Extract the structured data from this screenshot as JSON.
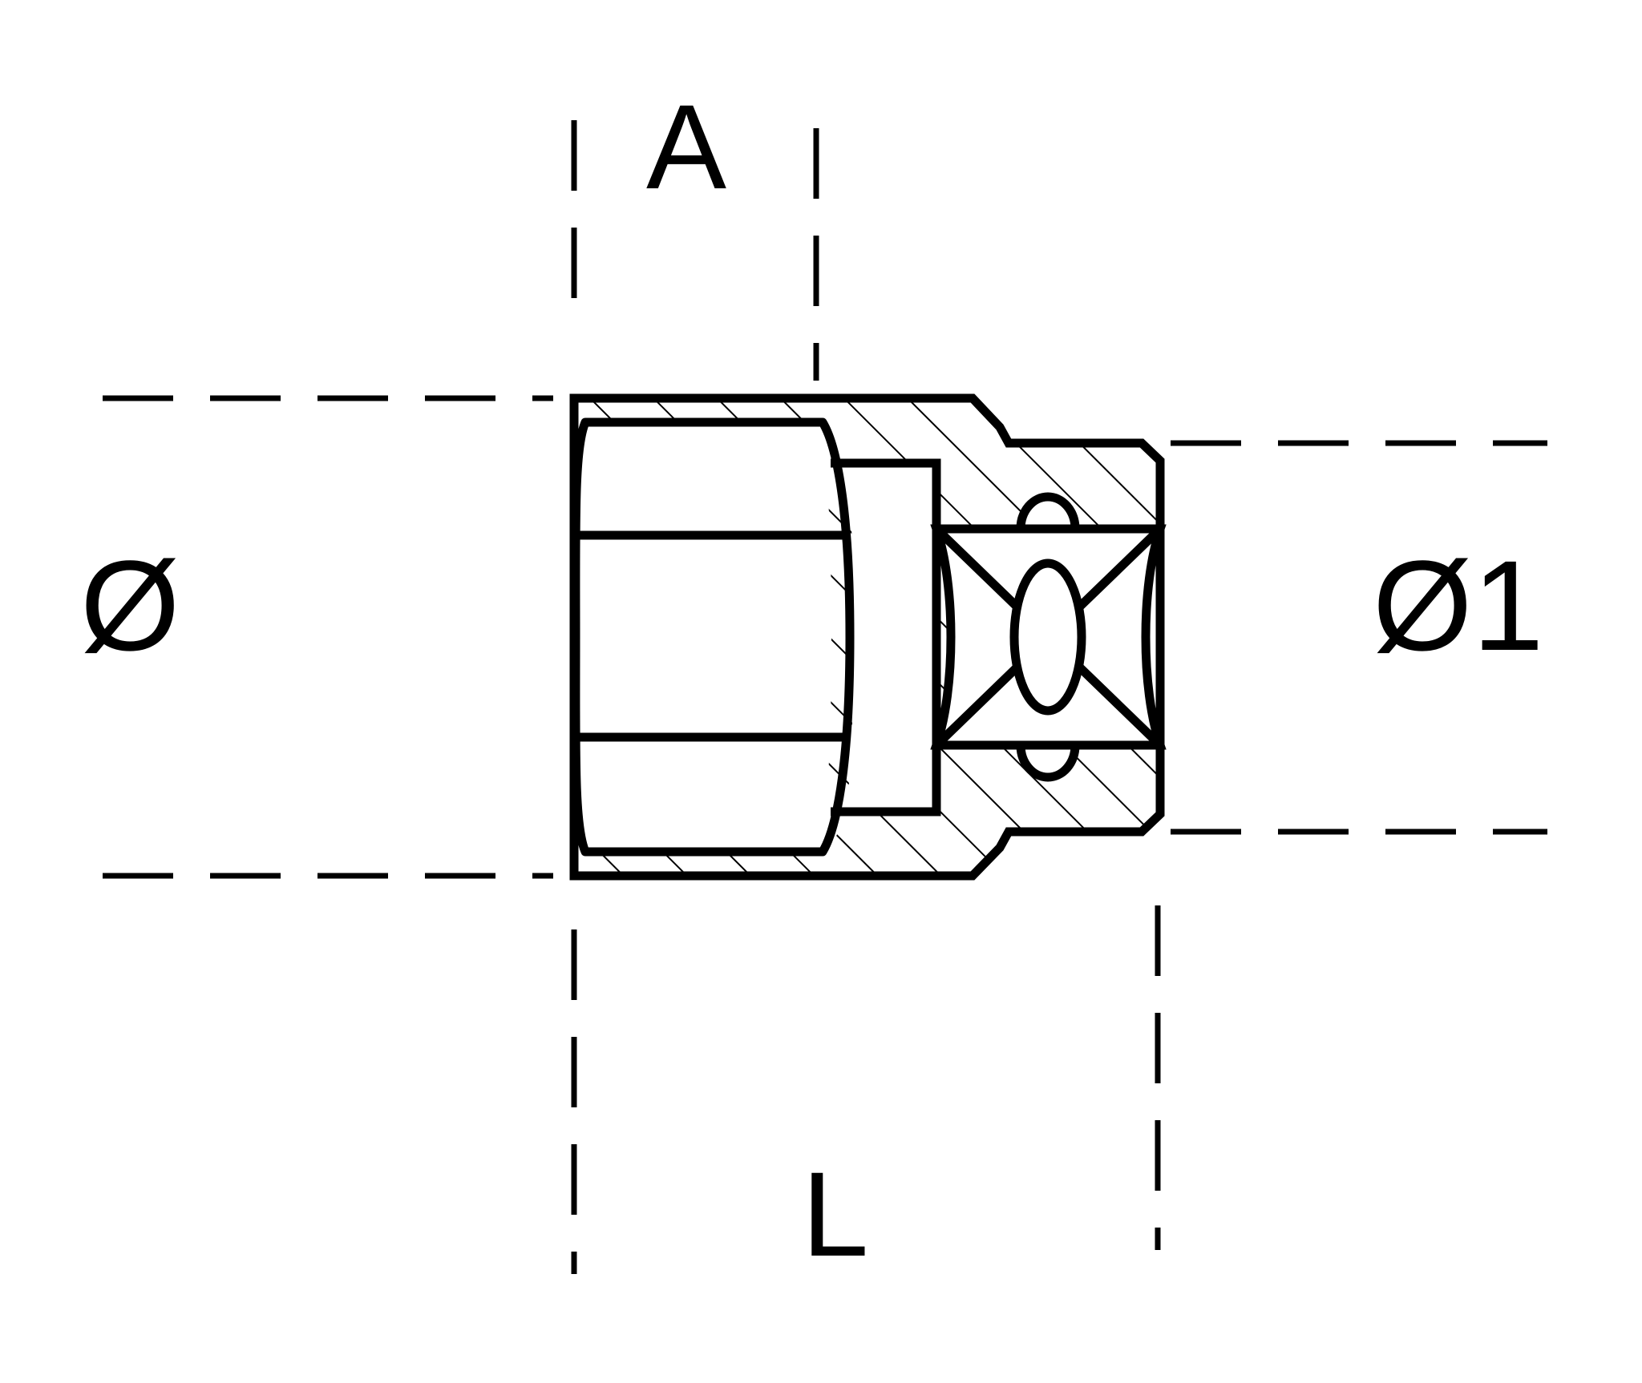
{
  "drawing": {
    "title": "Socket wrench cross-section dimension drawing",
    "type": "technical-line-drawing",
    "background_color": "#ffffff",
    "line_color": "#000000",
    "hatch_color": "#000000"
  },
  "labels": {
    "length_overall": "L",
    "hex_depth": "A",
    "outer_diameter": "Ø",
    "drive_diameter": "Ø1"
  },
  "chart_data": {
    "type": "table",
    "title": "Socket wrench cross-section dimension drawing",
    "categories": [
      "Ø",
      "Ø1",
      "A",
      "L"
    ],
    "values": [],
    "annotations": [
      {
        "label": "A",
        "meaning": "hex socket depth",
        "position": "top"
      },
      {
        "label": "L",
        "meaning": "overall socket length",
        "position": "bottom"
      },
      {
        "label": "Ø",
        "meaning": "socket body outer diameter",
        "position": "left"
      },
      {
        "label": "Ø1",
        "meaning": "square drive end diameter",
        "position": "right"
      }
    ],
    "xlabel": "",
    "ylabel": ""
  }
}
